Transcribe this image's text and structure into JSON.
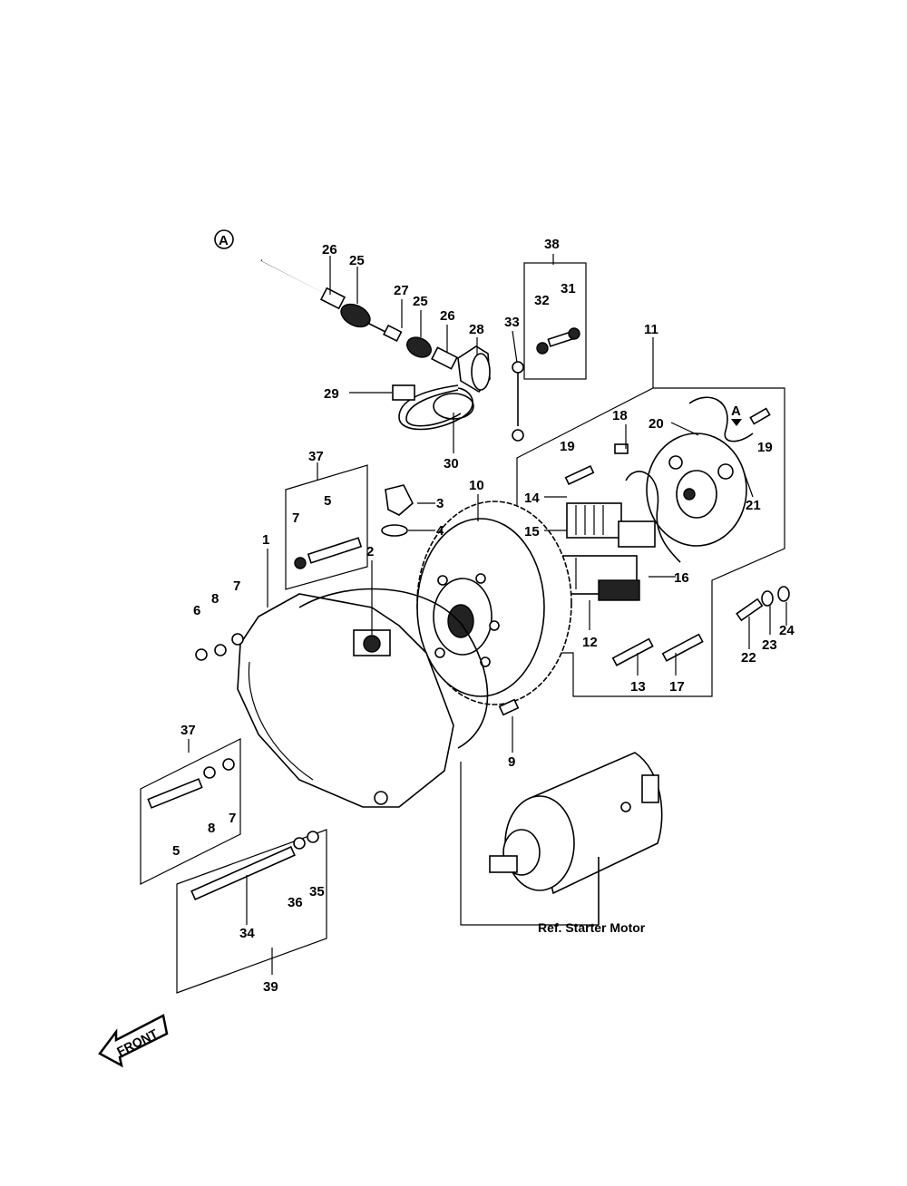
{
  "labels": {
    "p1": "1",
    "p2": "2",
    "p3": "3",
    "p4": "4",
    "p5a": "5",
    "p5b": "5",
    "p6": "6",
    "p7a": "7",
    "p7b": "7",
    "p7c": "7",
    "p8a": "8",
    "p8b": "8",
    "p9": "9",
    "p10": "10",
    "p11": "11",
    "p12": "12",
    "p13": "13",
    "p14": "14",
    "p15": "15",
    "p16": "16",
    "p17": "17",
    "p18": "18",
    "p19a": "19",
    "p19b": "19",
    "p20": "20",
    "p21": "21",
    "p22": "22",
    "p23": "23",
    "p24": "24",
    "p25a": "25",
    "p25b": "25",
    "p26a": "26",
    "p26b": "26",
    "p27": "27",
    "p28": "28",
    "p29": "29",
    "p30": "30",
    "p31": "31",
    "p32": "32",
    "p33": "33",
    "p34": "34",
    "p35": "35",
    "p36": "36",
    "p37a": "37",
    "p37b": "37",
    "p38": "38",
    "p39": "39",
    "refA1": "A",
    "refA2": "A"
  },
  "ref_starter_motor": "Ref. Starter Motor",
  "front_label": "FRONT"
}
